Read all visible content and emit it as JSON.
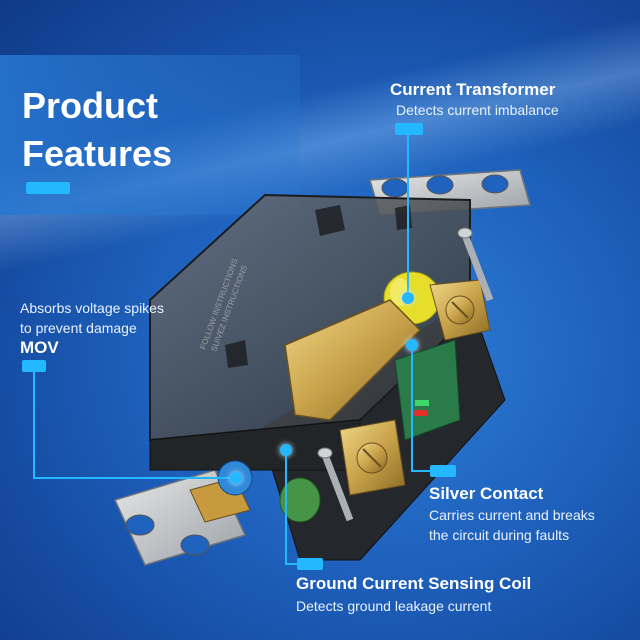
{
  "title": {
    "line1": "Product",
    "line2": "Features"
  },
  "callouts": {
    "current_transformer": {
      "heading": "Current Transformer",
      "description": "Detects current imbalance"
    },
    "mov": {
      "description_line1": "Absorbs voltage spikes",
      "description_line2": "to prevent damage",
      "heading": "MOV"
    },
    "silver_contact": {
      "heading": "Silver Contact",
      "description_line1": "Carries current and breaks",
      "description_line2": "the circuit during faults"
    },
    "ground_coil": {
      "heading": "Ground Current Sensing Coil",
      "description": "Detects ground leakage current"
    }
  },
  "device_text": {
    "line1": "FOLLOW INSTRUCTIONS",
    "line2": "SUIVEZ INSTRUCTIONS"
  },
  "colors": {
    "accent": "#23b8ff",
    "background": "#1f63bf",
    "heading": "#ffffff"
  }
}
